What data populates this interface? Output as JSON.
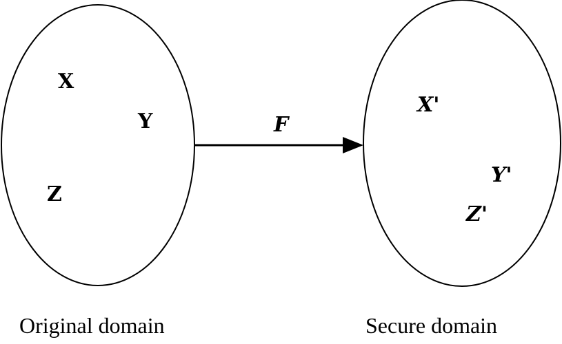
{
  "original_domain": {
    "caption": "Original domain",
    "elements": [
      "X",
      "Y",
      "Z"
    ]
  },
  "secure_domain": {
    "caption": "Secure domain",
    "elements": [
      "X'",
      "Y'",
      "Z'"
    ]
  },
  "mapping": {
    "label": "F"
  },
  "colors": {
    "stroke": "#000000",
    "background": "#ffffff"
  }
}
